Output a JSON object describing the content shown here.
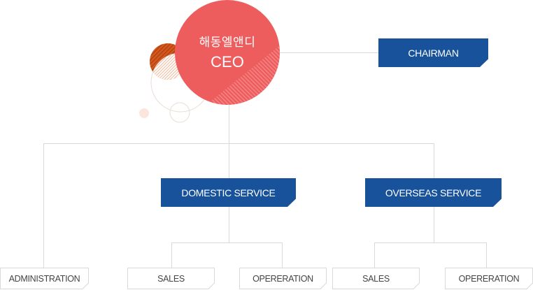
{
  "ceo": {
    "company_name": "해동엘앤디",
    "title": "CEO"
  },
  "chairman": {
    "label": "CHAIRMAN"
  },
  "divisions": [
    {
      "label": "DOMESTIC SERVICE",
      "children": [
        "SALES",
        "OPERERATION"
      ]
    },
    {
      "label": "OVERSEAS SERVICE",
      "children": [
        "SALES",
        "OPERERATION"
      ]
    }
  ],
  "administration": {
    "label": "ADMINISTRATION"
  },
  "colors": {
    "ceo": "#ee5d5d",
    "box_blue": "#17529b",
    "line": "#d9d9d9",
    "accent_orange": "#d4581e"
  }
}
